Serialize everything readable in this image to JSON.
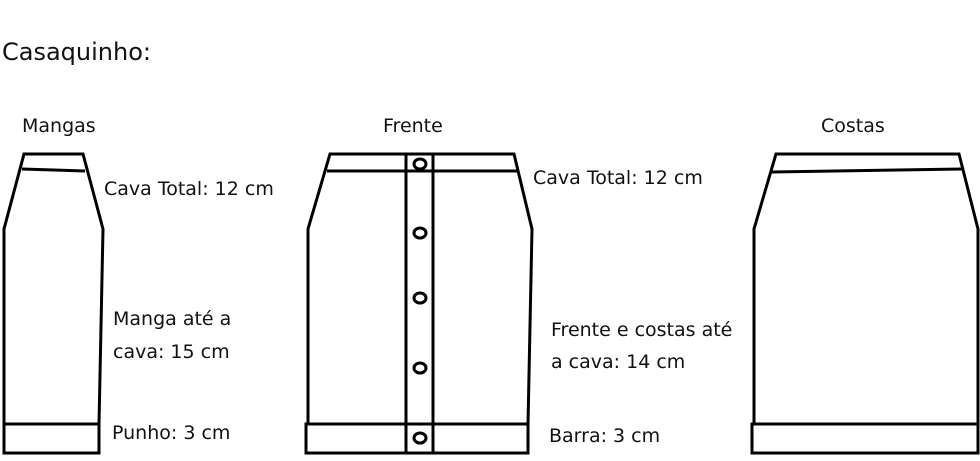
{
  "title": "Casaquinho:",
  "pieces": {
    "mangas": {
      "heading": "Mangas",
      "cava_label": "Cava Total: 12 cm",
      "length_label_line1": "Manga até a",
      "length_label_line2": "cava: 15 cm",
      "cuff_label": "Punho: 3 cm"
    },
    "frente": {
      "heading": "Frente",
      "cava_label": "Cava Total: 12 cm",
      "buttons": 5
    },
    "costas": {
      "heading": "Costas",
      "length_label_line1": "Frente e costas até",
      "length_label_line2": "a cava: 14 cm",
      "hem_label": "Barra: 3 cm"
    }
  }
}
